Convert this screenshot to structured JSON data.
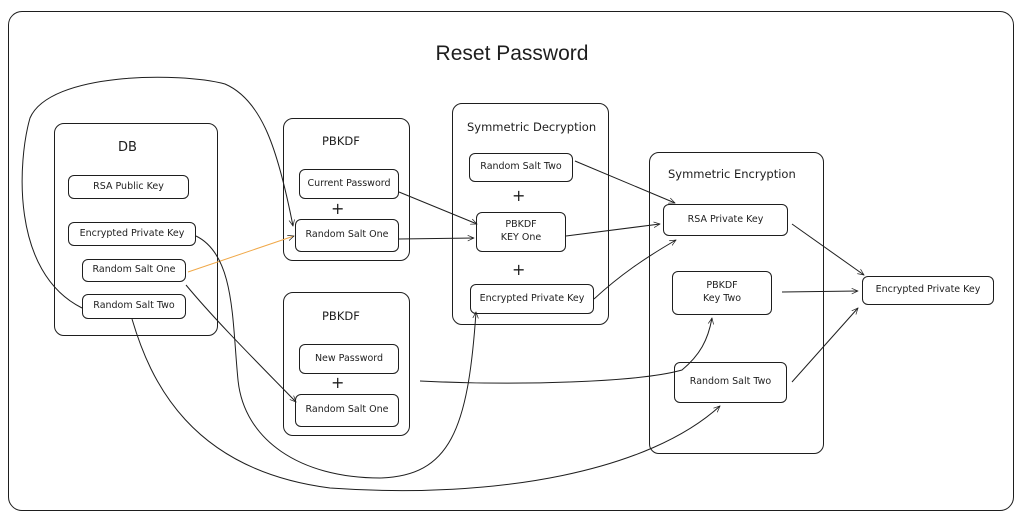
{
  "title": "Reset Password",
  "colors": {
    "stroke": "#1e1e1e",
    "accent_arrow": "#f0a848",
    "background": "#ffffff"
  },
  "groups": {
    "db": {
      "label": "DB",
      "nodes": [
        "RSA Public Key",
        "Encrypted Private Key",
        "Random Salt One",
        "Random Salt Two"
      ]
    },
    "pbkdf_current": {
      "label": "PBKDF",
      "nodes": [
        "Current Password",
        "Random Salt One"
      ],
      "plus": "+"
    },
    "pbkdf_new": {
      "label": "PBKDF",
      "nodes": [
        "New Password",
        "Random Salt One"
      ],
      "plus": "+"
    },
    "sym_decryption": {
      "label": "Symmetric Decryption",
      "nodes": [
        "Random Salt Two",
        "PBKDF\nKEY One",
        "Encrypted Private Key"
      ],
      "plus": "+"
    },
    "sym_encryption": {
      "label": "Symmetric Encryption",
      "nodes": [
        "RSA Private Key",
        "PBKDF\nKey Two",
        "Random Salt Two"
      ]
    }
  },
  "output": {
    "label": "Encrypted Private Key"
  }
}
